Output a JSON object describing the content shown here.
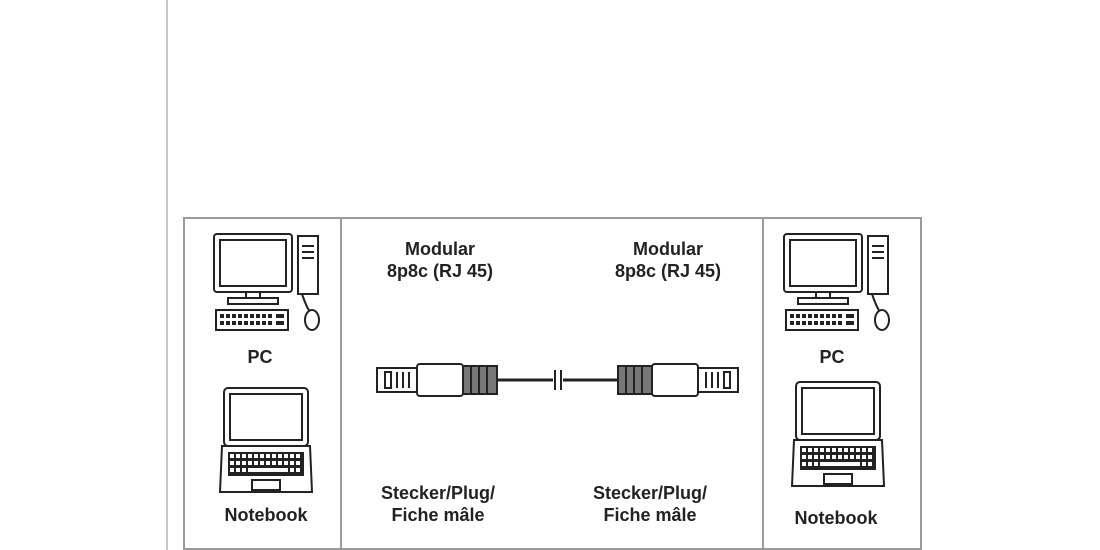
{
  "left_device_panel": {
    "pc_label": "PC",
    "notebook_label": "Notebook",
    "icons": [
      "desktop-pc-icon",
      "notebook-icon"
    ]
  },
  "cable_panel": {
    "left_connector_label": [
      "Modular",
      "8p8c (RJ 45)"
    ],
    "right_connector_label": [
      "Modular",
      "8p8c (RJ 45)"
    ],
    "left_plug_label": [
      "Stecker/Plug/",
      "Fiche mâle"
    ],
    "right_plug_label": [
      "Stecker/Plug/",
      "Fiche mâle"
    ],
    "icons": [
      "rj45-plug-icon",
      "cable-icon"
    ]
  },
  "right_device_panel": {
    "pc_label": "PC",
    "notebook_label": "Notebook",
    "icons": [
      "desktop-pc-icon",
      "notebook-icon"
    ]
  }
}
